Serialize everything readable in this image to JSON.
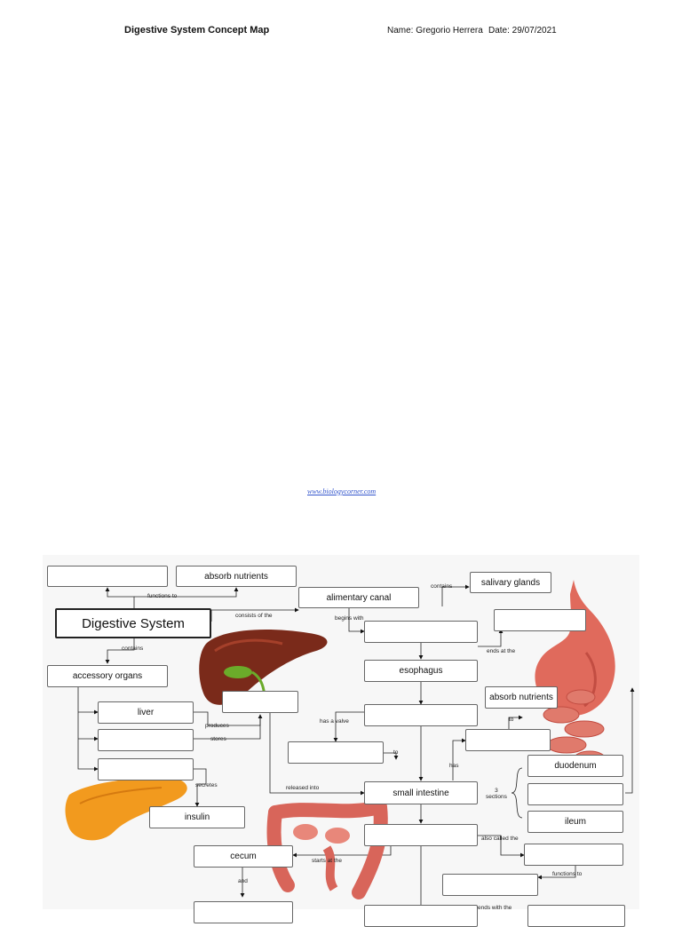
{
  "header": {
    "title": "Digestive System Concept Map",
    "name": "Name: Gregorio Herrera",
    "date": "Date: 29/07/2021"
  },
  "footer_link": "www.biologycorner.com",
  "diagram": {
    "boxes": {
      "blank_functions": "",
      "absorb_nutrients_top": "absorb nutrients",
      "digestive_system": "Digestive System",
      "alimentary_canal": "alimentary canal",
      "salivary_glands": "salivary glands",
      "blank_stomach": "",
      "blank_mouth": "",
      "accessory_organs": "accessory organs",
      "esophagus": "esophagus",
      "liver": "liver",
      "blank_bile": "",
      "absorb_nutrients_right": "absorb nutrients",
      "blank_gallbladder": "",
      "blank_stomach_part": "",
      "blank_valve": "",
      "blank_to": "",
      "blank_pancreas": "",
      "duodenum": "duodenum",
      "small_intestine": "small intestine",
      "blank_jejunum": "",
      "insulin": "insulin",
      "ileum": "ileum",
      "blank_large_int": "",
      "cecum": "cecum",
      "blank_colon": "",
      "blank_functions2": "",
      "blank_appendix": "",
      "blank_rectum": "",
      "blank_anus": ""
    },
    "labels": {
      "functions_to": "functions to",
      "consists_of_the": "consists of the",
      "contains_top": "contains",
      "begins_with": "begins with",
      "contains_left": "contains",
      "ends_at_the": "ends at the",
      "produces": "produces",
      "stores": "stores",
      "has_a_valve": "has a valve",
      "to_right": "to",
      "to_mid": "to",
      "secretes": "secretes",
      "has": "has",
      "three_sections": "3\nsections",
      "released_into": "released into",
      "also_called_the": "also called the",
      "starts_at_the": "starts at the",
      "functions_to_bottom": "functions to",
      "and": "and",
      "ends_with_the": "ends with the"
    }
  }
}
